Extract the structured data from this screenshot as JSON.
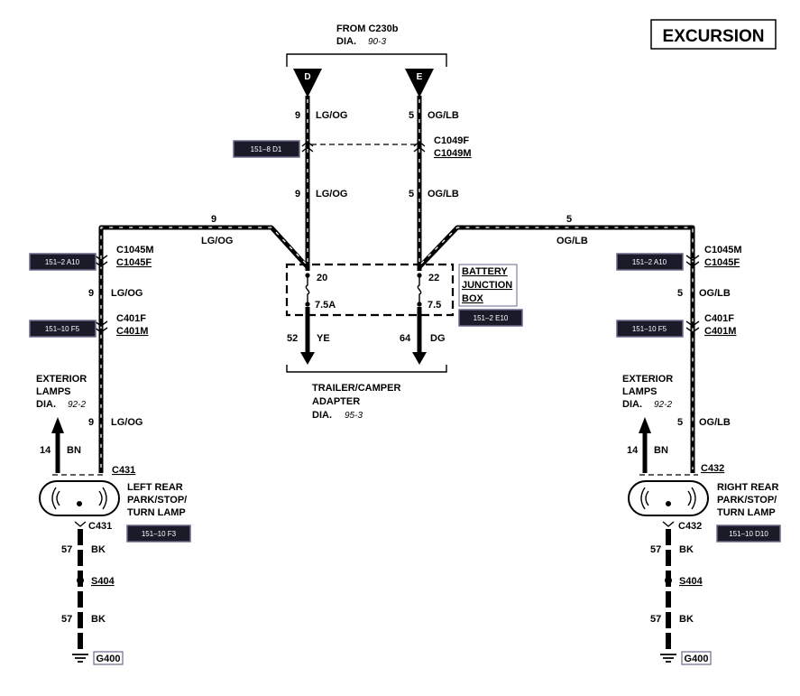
{
  "vehicle": "EXCURSION",
  "source": {
    "line1": "FROM C230b",
    "dia_label": "DIA.",
    "dia_ref": "90-3"
  },
  "connectors": {
    "d": "D",
    "e": "E"
  },
  "wires": {
    "circuit_9": "9",
    "circuit_5": "5",
    "circuit_14": "14",
    "circuit_52": "52",
    "circuit_64": "64",
    "circuit_57": "57",
    "lg_og": "LG/OG",
    "og_lb": "OG/LB",
    "ye": "YE",
    "dg": "DG",
    "bn": "BN",
    "bk": "BK"
  },
  "connector_labels": {
    "c1049f": "C1049F",
    "c1049m": "C1049M",
    "c1045m": "C1045M",
    "c1045f": "C1045F",
    "c401f": "C401F",
    "c401m": "C401M",
    "c431": "C431",
    "c432": "C432",
    "s404": "S404",
    "g400": "G400"
  },
  "refs": {
    "r_151_8_d1": "151–8 D1",
    "r_151_2_a10": "151–2 A10",
    "r_151_10_f5": "151–10 F5",
    "r_151_2_e10": "151–2 E10",
    "r_151_10_f3": "151–10 F3",
    "r_151_10_d10": "151–10 D10"
  },
  "bjb": {
    "line1": "BATTERY",
    "line2": "JUNCTION",
    "line3": "BOX",
    "pin_left": "20",
    "pin_right": "22",
    "fuse_left": "7.5A",
    "fuse_right": "7.5"
  },
  "adapter": {
    "line1": "TRAILER/CAMPER",
    "line2": "ADAPTER",
    "dia_label": "DIA.",
    "dia_ref": "95-3"
  },
  "exterior": {
    "line1": "EXTERIOR",
    "line2": "LAMPS",
    "dia_label": "DIA.",
    "dia_ref": "92-2"
  },
  "left_lamp": {
    "line1": "LEFT REAR",
    "line2": "PARK/STOP/",
    "line3": "TURN LAMP"
  },
  "right_lamp": {
    "line1": "RIGHT REAR",
    "line2": "PARK/STOP/",
    "line3": "TURN LAMP"
  }
}
